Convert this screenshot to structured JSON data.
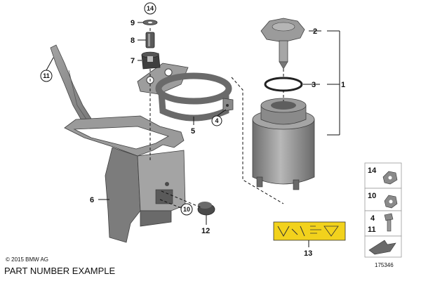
{
  "callouts": {
    "c1": "1",
    "c2": "2",
    "c3": "3",
    "c4": "4",
    "c5": "5",
    "c6": "6",
    "c7": "7",
    "c8": "8",
    "c9": "9",
    "c10": "10",
    "c11": "11",
    "c12": "12",
    "c13": "13",
    "c14": "14"
  },
  "legend": {
    "row1": "14",
    "row2": "10",
    "row3a": "4",
    "row3b": "11"
  },
  "footer": {
    "copyright": "© 2015 BMW AG",
    "caption": "PART NUMBER EXAMPLE",
    "diagram_number": "175346"
  },
  "colors": {
    "part_fill": "#8f8f8f",
    "part_dark": "#5e5e5e",
    "part_light": "#bdbdbd",
    "label_yellow": "#f2d21c"
  }
}
